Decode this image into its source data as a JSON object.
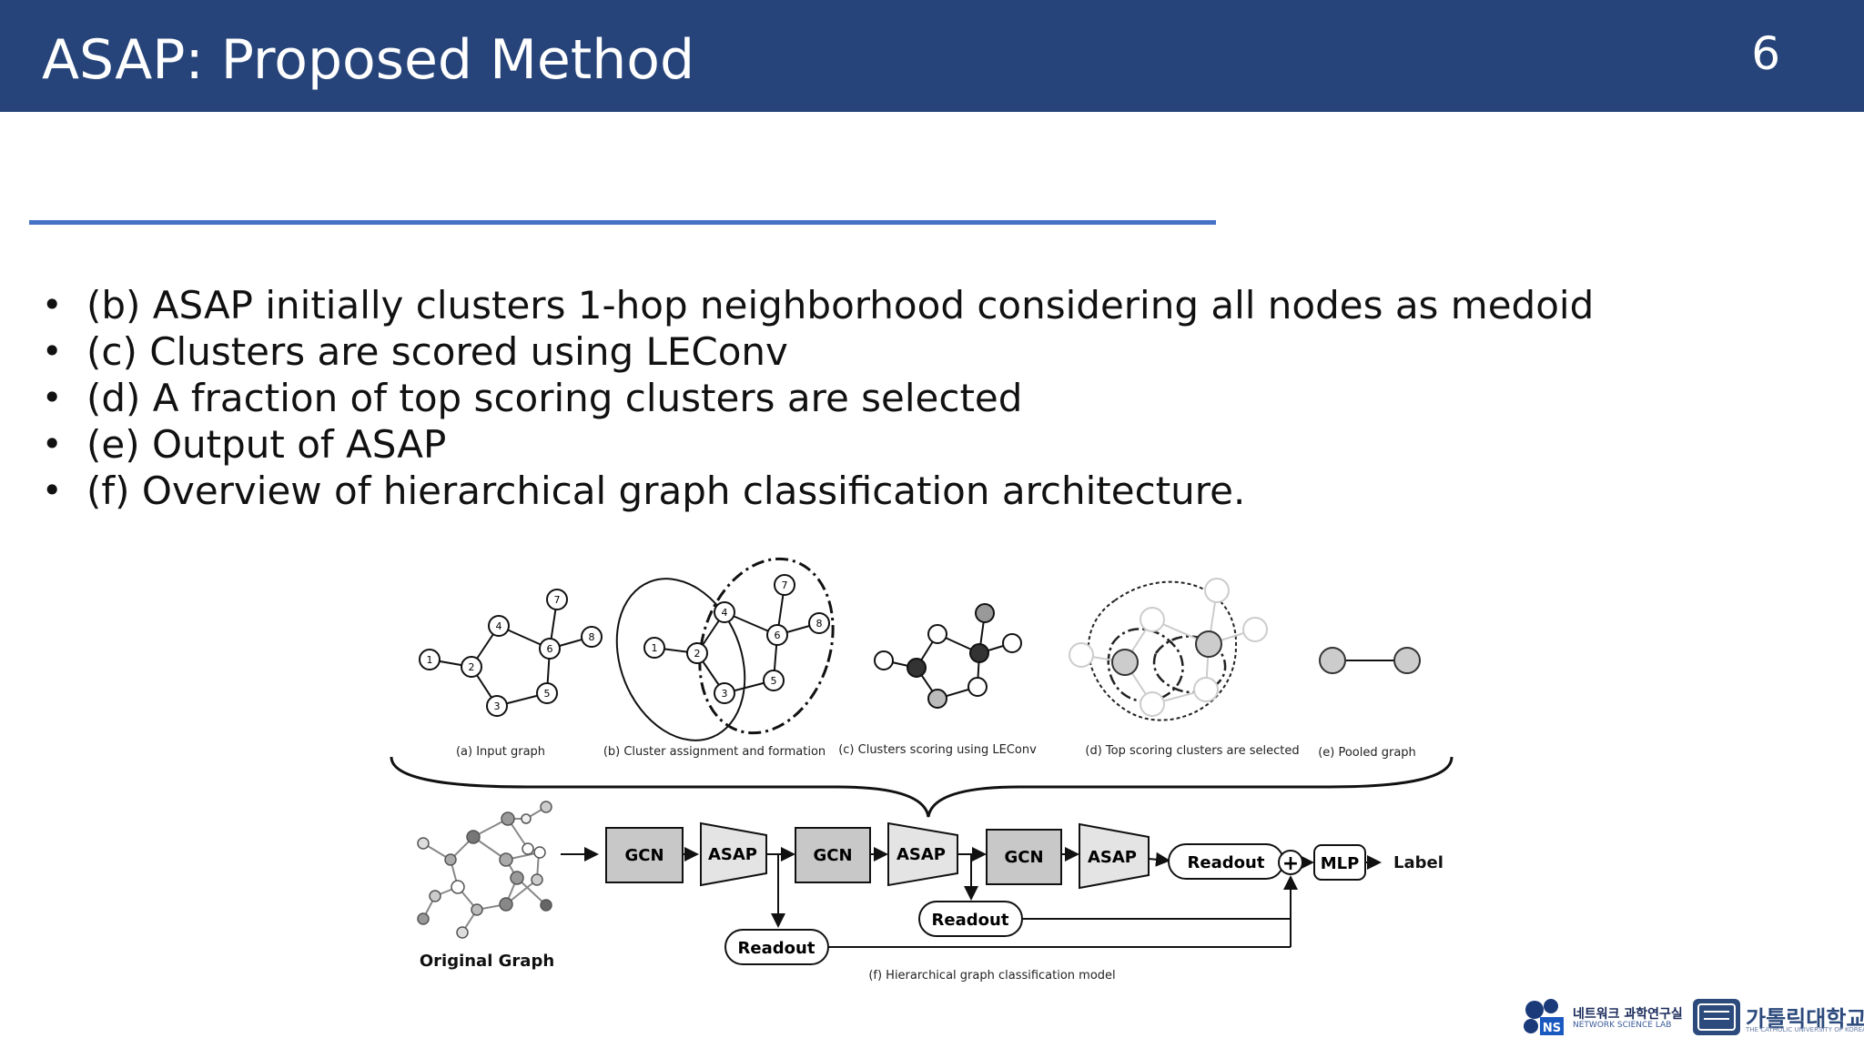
{
  "slide": {
    "title": "ASAP: Proposed Method",
    "page_number": "6"
  },
  "bullets": [
    "(b) ASAP initially clusters 1-hop neighborhood considering all nodes as medoid",
    "(c) Clusters are scored using LEConv",
    "(d) A fraction of top scoring clusters are selected",
    "(e) Output of ASAP",
    "(f) Overview of hierarchical graph classification architecture."
  ],
  "figure": {
    "captions": {
      "a": "(a) Input graph",
      "b": "(b) Cluster assignment and formation",
      "c": "(c) Clusters scoring using LEConv",
      "d": "(d) Top scoring clusters are selected",
      "e": "(e) Pooled graph",
      "f": "(f) Hierarchical graph classification model"
    },
    "node_labels": [
      "1",
      "2",
      "3",
      "4",
      "5",
      "6",
      "7",
      "8"
    ],
    "pipeline": {
      "original_graph": "Original Graph",
      "gcn": "GCN",
      "asap": "ASAP",
      "readout": "Readout",
      "mlp": "MLP",
      "label": "Label",
      "plus": "+"
    }
  },
  "logos": {
    "lab_korean": "네트워크 과학연구실",
    "lab_english": "NETWORK SCIENCE LAB",
    "lab_mark": "NS",
    "univ_korean": "가톨릭대학교",
    "univ_english": "THE CATHOLIC UNIVERSITY OF KOREA"
  },
  "colors": {
    "header": "#264479",
    "rule": "#4472c4",
    "gcn_box": "#c8c8c8",
    "asap_box": "#e4e4e4"
  }
}
